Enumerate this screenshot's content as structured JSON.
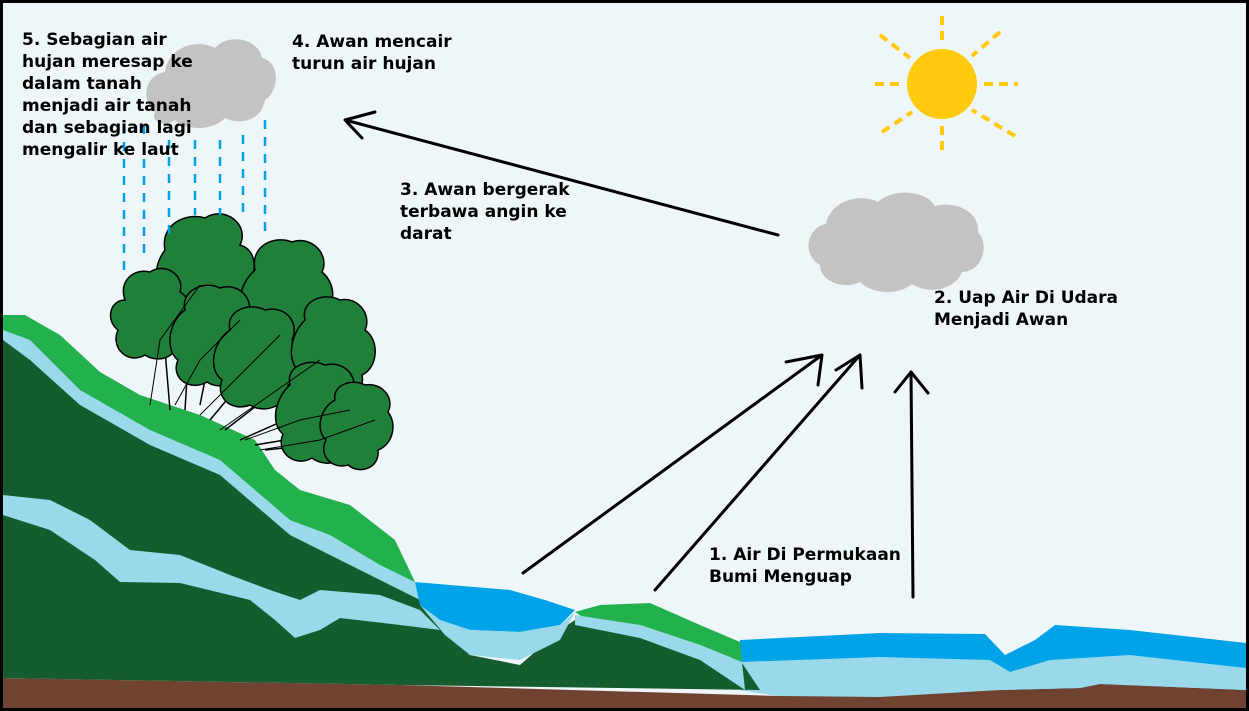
{
  "colors": {
    "sky": "#eef6fa",
    "frame": "#000000",
    "sun": "#ffc90e",
    "cloud": "#c3c3c3",
    "rain": "#00a2e8",
    "grass": "#22b14c",
    "hill_dark": "#155d2e",
    "groundwater": "#99d9ea",
    "lake": "#00a2e8",
    "soil": "#6f4330",
    "tree_foliage": "#20803a"
  },
  "labels": {
    "step1": "1. Air Di Permukaan\nBumi Menguap",
    "step2": "2. Uap Air Di Udara\nMenjadi Awan",
    "step3": "3. Awan bergerak\nterbawa angin ke\ndarat",
    "step4": "4. Awan mencair\nturun air hujan",
    "step5": "5. Sebagian air\nhujan meresap ke\ndalam tanah\nmenjadi air tanah\ndan sebagian lagi\nmengalir ke laut"
  },
  "icons": {
    "sun": "sun-icon",
    "cloud": "cloud-icon",
    "rain": "rain-icon",
    "tree": "tree-icon"
  }
}
